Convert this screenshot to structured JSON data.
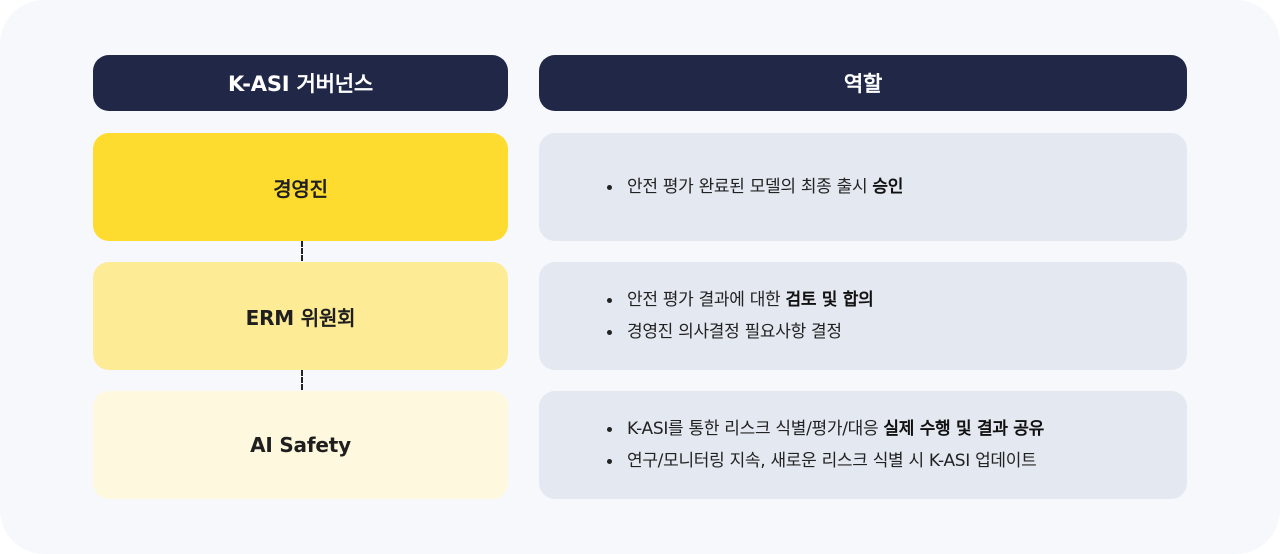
{
  "headers": {
    "governance": "K-ASI 거버넌스",
    "role": "역할"
  },
  "colors": {
    "header_bg": "#202747",
    "executive": "#fddc2f",
    "erm": "#feeb95",
    "ai_safety": "#fef9de",
    "role_bg": "#e3e8f1"
  },
  "rows": [
    {
      "name": "경영진",
      "bullets": [
        {
          "text": "안전 평가 완료된 모델의 최종 출시 ",
          "bold": "승인"
        }
      ]
    },
    {
      "name": "ERM 위원회",
      "bullets": [
        {
          "text": "안전 평가 결과에 대한 ",
          "bold": "검토 및 합의"
        },
        {
          "text": "경영진 의사결정 필요사항 결정",
          "bold": ""
        }
      ]
    },
    {
      "name": "AI Safety",
      "bullets": [
        {
          "text": "K-ASI를 통한 리스크 식별/평가/대응 ",
          "bold": "실제 수행 및 결과 공유"
        },
        {
          "text": "연구/모니터링 지속, 새로운 리스크 식별 시 K-ASI 업데이트",
          "bold": ""
        }
      ]
    }
  ]
}
